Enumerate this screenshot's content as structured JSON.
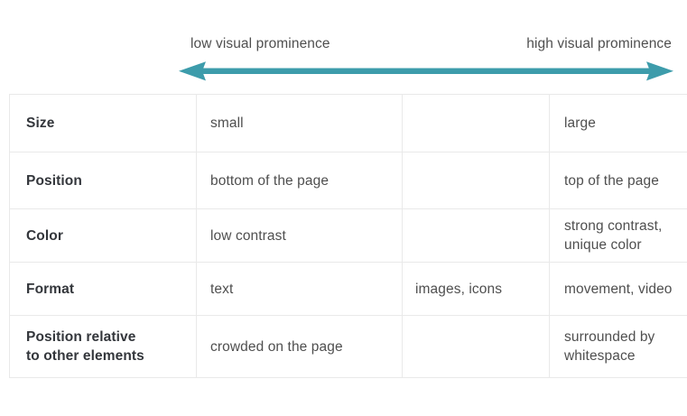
{
  "legend": {
    "low_label": "low visual prominence",
    "high_label": "high visual prominence",
    "arrow_color": "#3d9cab",
    "arrow_name": "double-headed-horizontal-arrow"
  },
  "colors": {
    "accent_teal": "#3d9cab",
    "text_primary": "#33363b",
    "text_body": "#4f4f4f",
    "border": "#e9e9e9",
    "background": "#ffffff"
  },
  "matrix": {
    "rows": [
      {
        "attribute": "Size",
        "low": "small",
        "mid": "",
        "high": "large"
      },
      {
        "attribute": "Position",
        "low": "bottom of the page",
        "mid": "",
        "high": "top of the page"
      },
      {
        "attribute": "Color",
        "low": "low contrast",
        "mid": "",
        "high": "strong contrast,\nunique color"
      },
      {
        "attribute": "Format",
        "low": "text",
        "mid": "images, icons",
        "high": "movement, video"
      },
      {
        "attribute": "Position relative\nto other elements",
        "low": "crowded on the page",
        "mid": "",
        "high": "surrounded by\nwhitespace"
      }
    ]
  }
}
